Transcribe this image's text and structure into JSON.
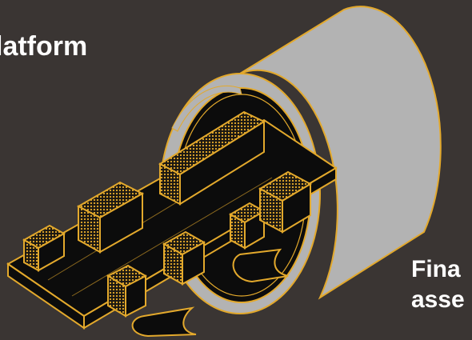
{
  "labels": {
    "top": "latform",
    "bottom_line1": "Fina",
    "bottom_line2": "asse"
  },
  "colors": {
    "background": "#3a3533",
    "outline": "#e3a92c",
    "fill_dark": "#0c0c0c",
    "tube_fill": "#b3b3b3",
    "text": "#ffffff"
  }
}
